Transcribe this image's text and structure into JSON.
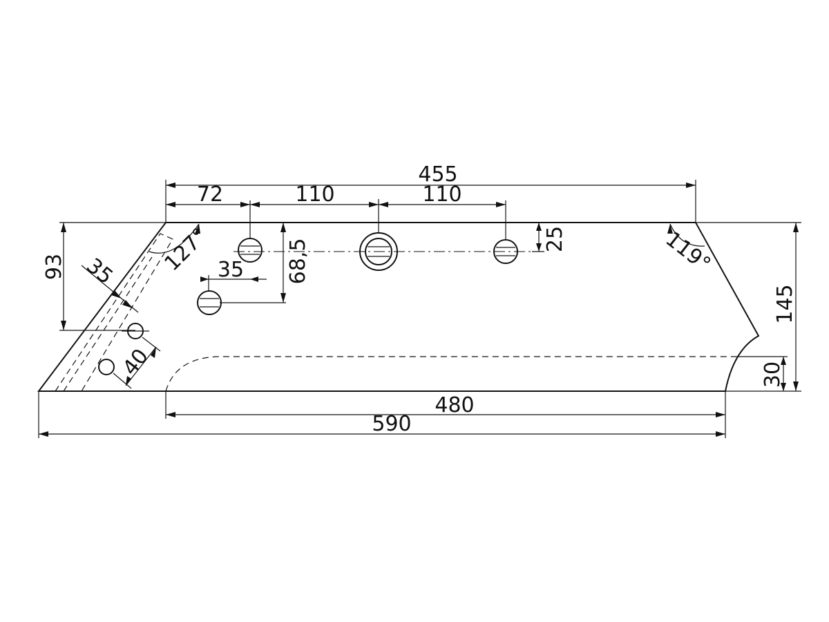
{
  "drawing": {
    "line_color": "#111111",
    "background": "#ffffff",
    "dimensions": {
      "overall_top": "455",
      "offset_first_hole": "72",
      "hole_spacing_1": "110",
      "hole_spacing_2": "110",
      "hole_depth": "25",
      "left_height": "93",
      "lower_hole_offset": "35",
      "lower_hole_depth": "68,5",
      "angle_left": "127°",
      "angle_right": "119°",
      "bevel_width": "35",
      "bevel_hole_spacing": "40",
      "overall_height": "145",
      "notch_height": "30",
      "bottom_length": "480",
      "overall_length": "590"
    }
  }
}
